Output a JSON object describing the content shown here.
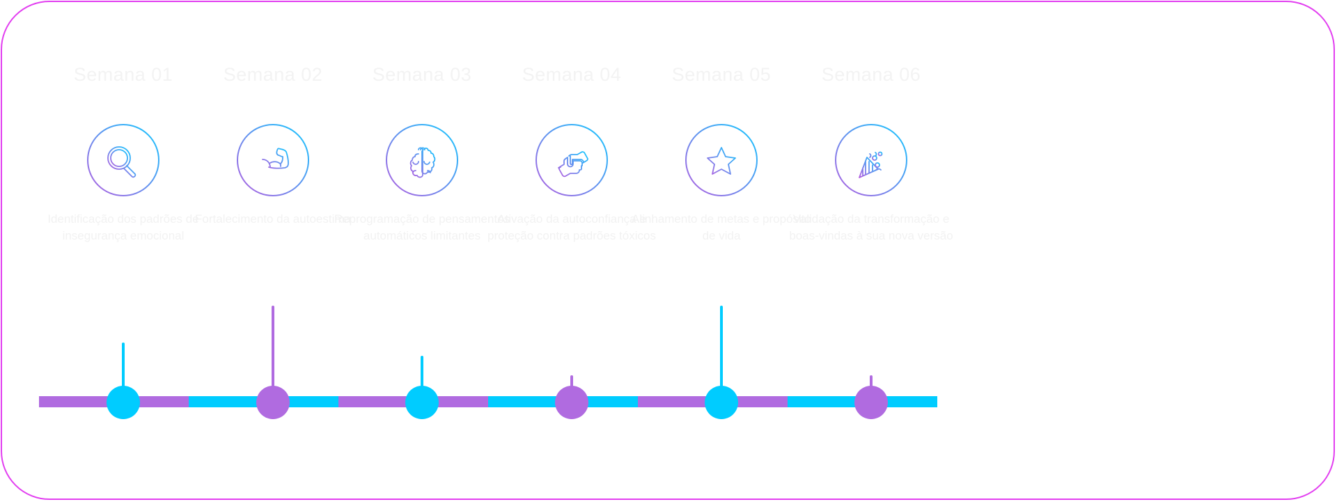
{
  "colors": {
    "purple": "#b06be0",
    "cyan": "#00ccff",
    "border": "#e23ff0"
  },
  "weeks": [
    {
      "title": "Semana 01",
      "icon": "magnifier-icon",
      "description": "Identificação dos padrões de insegurança emocional",
      "color": "cyan"
    },
    {
      "title": "Semana 02",
      "icon": "flexed-arm-icon",
      "description": "Fortalecimento da autoestima",
      "color": "purple"
    },
    {
      "title": "Semana 03",
      "icon": "brain-icon",
      "description": "Reprogramação de pensamentos automáticos limitantes",
      "color": "cyan"
    },
    {
      "title": "Semana 04",
      "icon": "handshake-icon",
      "description": "Ativação da autoconfiança e proteção contra padrões tóxicos",
      "color": "purple"
    },
    {
      "title": "Semana 05",
      "icon": "star-icon",
      "description": "Alinhamento de metas e propósito de vida",
      "color": "cyan"
    },
    {
      "title": "Semana 06",
      "icon": "party-popper-icon",
      "description": "Validação da transformação e boas-vindas à sua nova versão",
      "color": "purple"
    }
  ]
}
